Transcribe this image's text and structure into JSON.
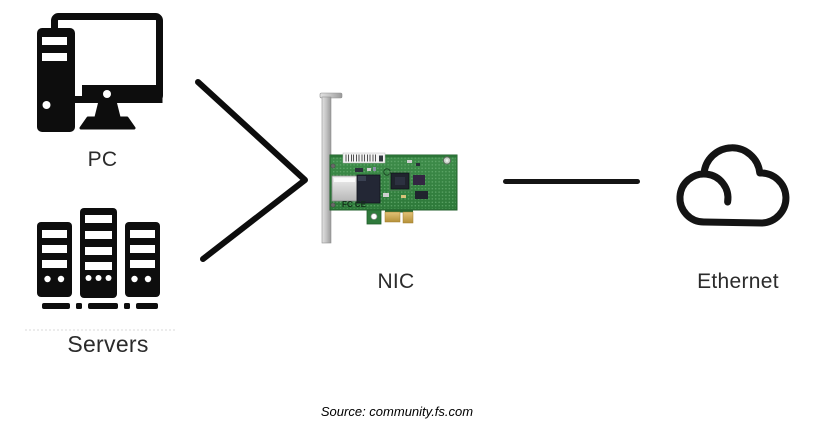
{
  "diagram": {
    "nodes": [
      {
        "id": "pc",
        "label": "PC",
        "icon": "desktop-pc-icon"
      },
      {
        "id": "servers",
        "label": "Servers",
        "icon": "server-rack-icon"
      },
      {
        "id": "nic",
        "label": "NIC",
        "icon": "nic-card-photo"
      },
      {
        "id": "ethernet",
        "label": "Ethernet",
        "icon": "cloud-icon"
      }
    ],
    "connectors": [
      {
        "from": "pc",
        "to": "nic",
        "type": "chevron-arrow"
      },
      {
        "from": "servers",
        "to": "nic",
        "type": "chevron-arrow"
      },
      {
        "from": "nic",
        "to": "ethernet",
        "type": "straight-line"
      }
    ],
    "nic_board_marks": "FC CE",
    "source_caption": "Source: community.fs.com",
    "colors": {
      "icon_black": "#0d0d0d",
      "label_text": "#2b2b2b",
      "pcb_green": "#3f8d4b",
      "pcb_dark_edge": "#215f2b",
      "gold_connector": "#d4b264",
      "bracket_silver": "#c9c9c9",
      "background": "#ffffff"
    }
  }
}
